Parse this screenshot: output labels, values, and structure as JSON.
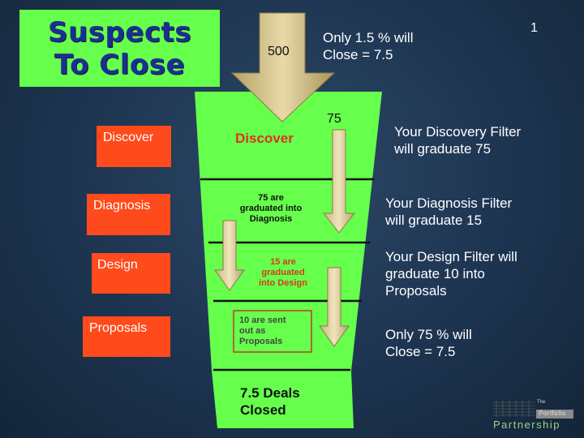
{
  "page_number": "1",
  "title": {
    "line1": "Suspects",
    "line2": "To Close"
  },
  "top_arrow_value": "500",
  "top_note": {
    "line1": "Only 1.5 % will",
    "line2": "Close = 7.5"
  },
  "arrow_value_75": "75",
  "stage_boxes": [
    "Discover",
    "Diagnosis",
    "Design",
    "Proposals"
  ],
  "funnel": {
    "discover_label": "Discover",
    "diagnosis_text": [
      "75 are",
      "graduated into",
      "Diagnosis"
    ],
    "design_text": [
      "15 are",
      "graduated",
      "into Design"
    ],
    "proposals_text": [
      "10 are sent",
      "out as",
      "Proposals"
    ],
    "closed_text": [
      "7.5 Deals",
      "Closed"
    ]
  },
  "notes": {
    "discovery": [
      "Your Discovery Filter",
      "will graduate 75"
    ],
    "diagnosis": [
      "Your Diagnosis Filter",
      "will graduate 15"
    ],
    "design": [
      "Your Design Filter will",
      "graduate 10 into",
      "Proposals"
    ],
    "close": [
      "Only 75 % will",
      "Close = 7.5"
    ]
  },
  "logo": {
    "the": "The",
    "portfolio": "Portfolio",
    "partnership": "Partnership"
  },
  "colors": {
    "funnel_green": "#66ff4c",
    "stage_orange": "#ff4a1c",
    "title_blue": "#1b2f8f",
    "discover_red": "#e0301e",
    "design_red": "#d83a1a",
    "arrow_tan": "#d8c58e"
  }
}
